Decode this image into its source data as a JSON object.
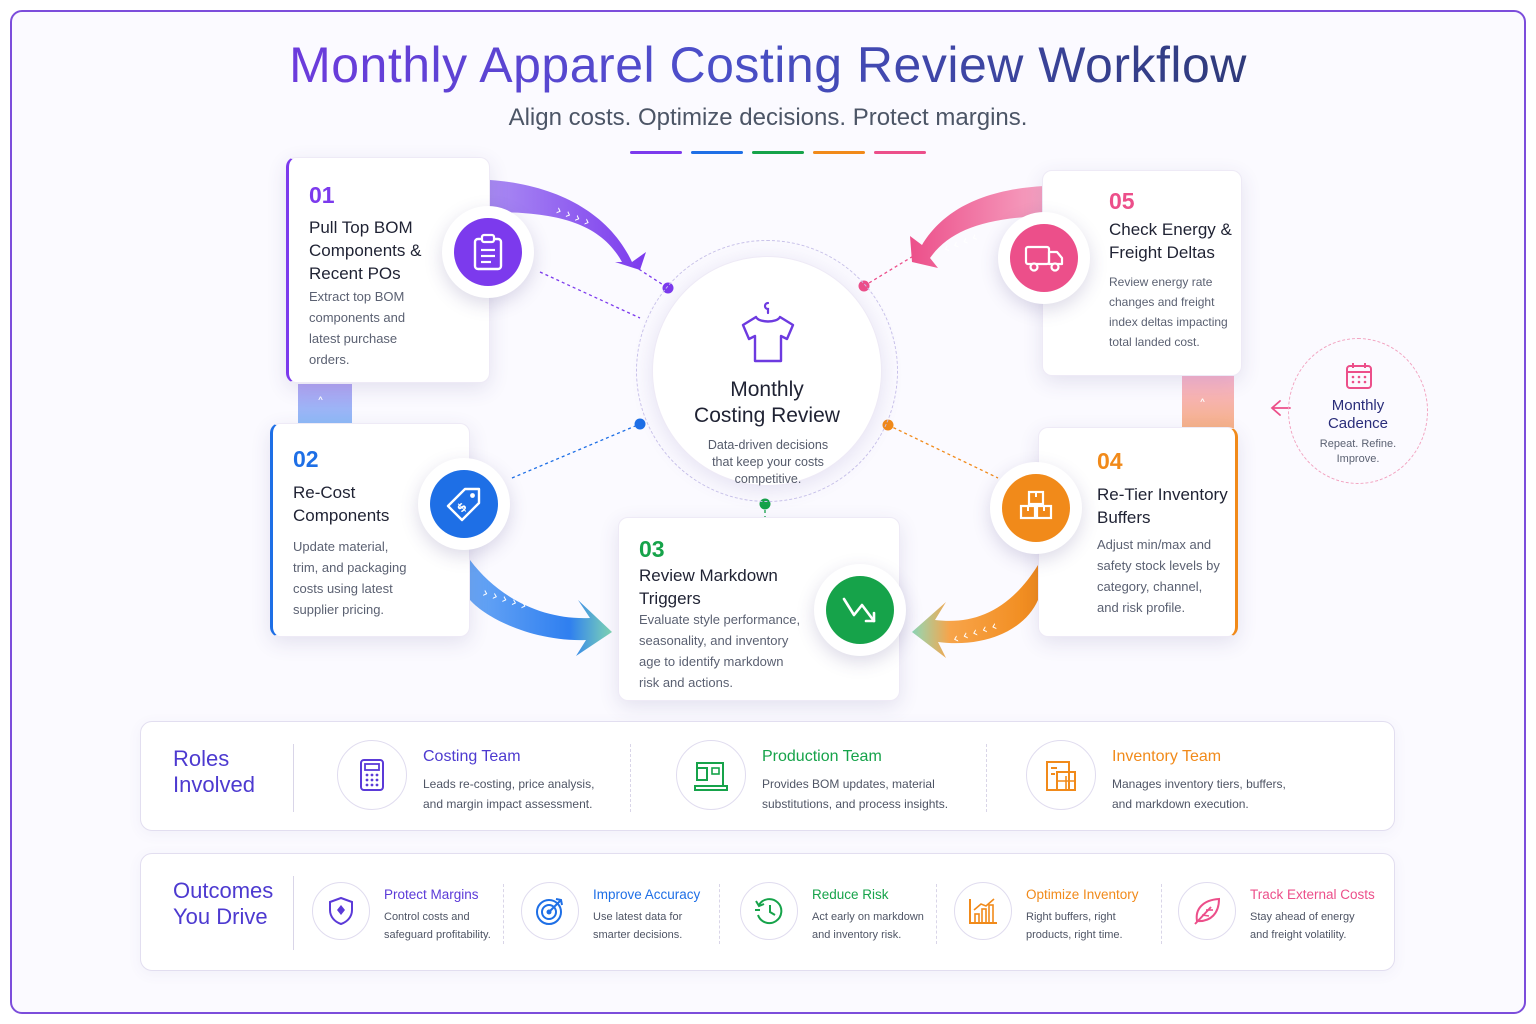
{
  "title": "Monthly Apparel Costing Review Workflow",
  "subtitle": "Align costs. Optimize decisions. Protect margins.",
  "colors": {
    "purple": "#7c3aed",
    "blue": "#1e6fe6",
    "green": "#16a34a",
    "orange": "#f18a1a",
    "pink": "#ec4f8a",
    "navy": "#2a2d7a"
  },
  "center": {
    "title_line1": "Monthly",
    "title_line2": "Costing Review",
    "desc_line1": "Data-driven decisions",
    "desc_line2": "that keep your costs",
    "desc_line3": "competitive.",
    "icon": "shirt-icon"
  },
  "steps": [
    {
      "num": "01",
      "title_lines": [
        "Pull Top BOM",
        "Components &",
        "Recent POs"
      ],
      "desc_lines": [
        "Extract top BOM",
        "components and",
        "latest purchase",
        "orders."
      ],
      "icon": "clipboard-icon"
    },
    {
      "num": "02",
      "title_lines": [
        "Re-Cost",
        "Components"
      ],
      "desc_lines": [
        "Update material,",
        "trim, and packaging",
        "costs using latest",
        "supplier pricing."
      ],
      "icon": "price-tag-icon"
    },
    {
      "num": "03",
      "title_lines": [
        "Review Markdown",
        "Triggers"
      ],
      "desc_lines": [
        "Evaluate style performance,",
        "seasonality, and inventory",
        "age to identify markdown",
        "risk and actions."
      ],
      "icon": "trend-down-icon"
    },
    {
      "num": "04",
      "title_lines": [
        "Re-Tier Inventory",
        "Buffers"
      ],
      "desc_lines": [
        "Adjust min/max and",
        "safety stock levels by",
        "category, channel,",
        "and risk profile."
      ],
      "icon": "boxes-icon"
    },
    {
      "num": "05",
      "title_lines": [
        "Check Energy &",
        "Freight Deltas"
      ],
      "desc_lines": [
        "Review energy rate",
        "changes and freight",
        "index deltas impacting",
        "total landed cost."
      ],
      "icon": "truck-icon"
    }
  ],
  "cadence": {
    "title_line1": "Monthly",
    "title_line2": "Cadence",
    "sub_line1": "Repeat. Refine.",
    "sub_line2": "Improve.",
    "icon": "calendar-icon"
  },
  "roles": {
    "label_line1": "Roles",
    "label_line2": "Involved",
    "items": [
      {
        "title": "Costing Team",
        "desc_lines": [
          "Leads re-costing, price analysis,",
          "and margin impact assessment."
        ],
        "icon": "calculator-icon"
      },
      {
        "title": "Production Team",
        "desc_lines": [
          "Provides BOM updates, material",
          "substitutions, and process insights."
        ],
        "icon": "sewing-machine-icon"
      },
      {
        "title": "Inventory Team",
        "desc_lines": [
          "Manages inventory tiers, buffers,",
          "and markdown execution."
        ],
        "icon": "warehouse-icon"
      }
    ]
  },
  "outcomes": {
    "label_line1": "Outcomes",
    "label_line2": "You Drive",
    "items": [
      {
        "title": "Protect Margins",
        "desc_lines": [
          "Control costs and",
          "safeguard profitability."
        ],
        "icon": "shield-icon"
      },
      {
        "title": "Improve Accuracy",
        "desc_lines": [
          "Use latest data for",
          "smarter decisions."
        ],
        "icon": "target-icon"
      },
      {
        "title": "Reduce Risk",
        "desc_lines": [
          "Act early on markdown",
          "and inventory risk."
        ],
        "icon": "clock-history-icon"
      },
      {
        "title": "Optimize Inventory",
        "desc_lines": [
          "Right buffers, right",
          "products, right time."
        ],
        "icon": "bar-chart-icon"
      },
      {
        "title": "Track External Costs",
        "desc_lines": [
          "Stay ahead of energy",
          "and freight volatility."
        ],
        "icon": "leaf-icon"
      }
    ]
  }
}
